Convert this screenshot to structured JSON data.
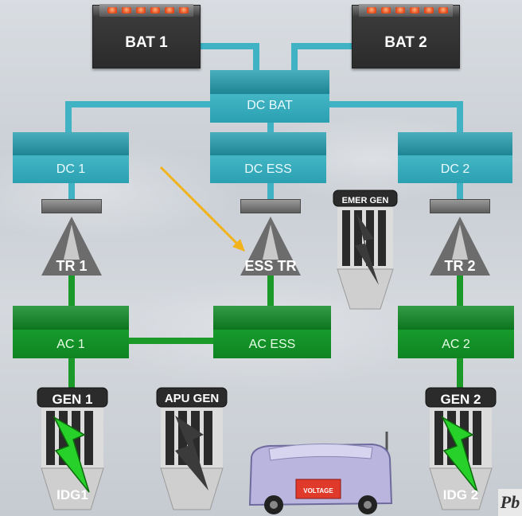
{
  "batteries": [
    {
      "label": "BAT 1"
    },
    {
      "label": "BAT 2"
    }
  ],
  "dc_buses": {
    "dc_bat": "DC BAT",
    "dc1": "DC 1",
    "dc_ess": "DC ESS",
    "dc2": "DC 2"
  },
  "transformers": {
    "tr1": "TR 1",
    "ess_tr": "ESS TR",
    "tr2": "TR 2"
  },
  "emer_gen": "EMER GEN",
  "ac_buses": {
    "ac1": "AC 1",
    "ac_ess": "AC ESS",
    "ac2": "AC 2"
  },
  "generators": {
    "gen1": "GEN 1",
    "idg1": "IDG1",
    "apu_gen": "APU GEN",
    "gen2": "GEN 2",
    "idg2": "IDG 2"
  },
  "gpu_label": "VOLTAGE",
  "colors": {
    "dc_bus": "#2a9fb0",
    "ac_bus": "#0f8a25",
    "lightning": "#28d02a",
    "arrow": "#f2b21a"
  }
}
